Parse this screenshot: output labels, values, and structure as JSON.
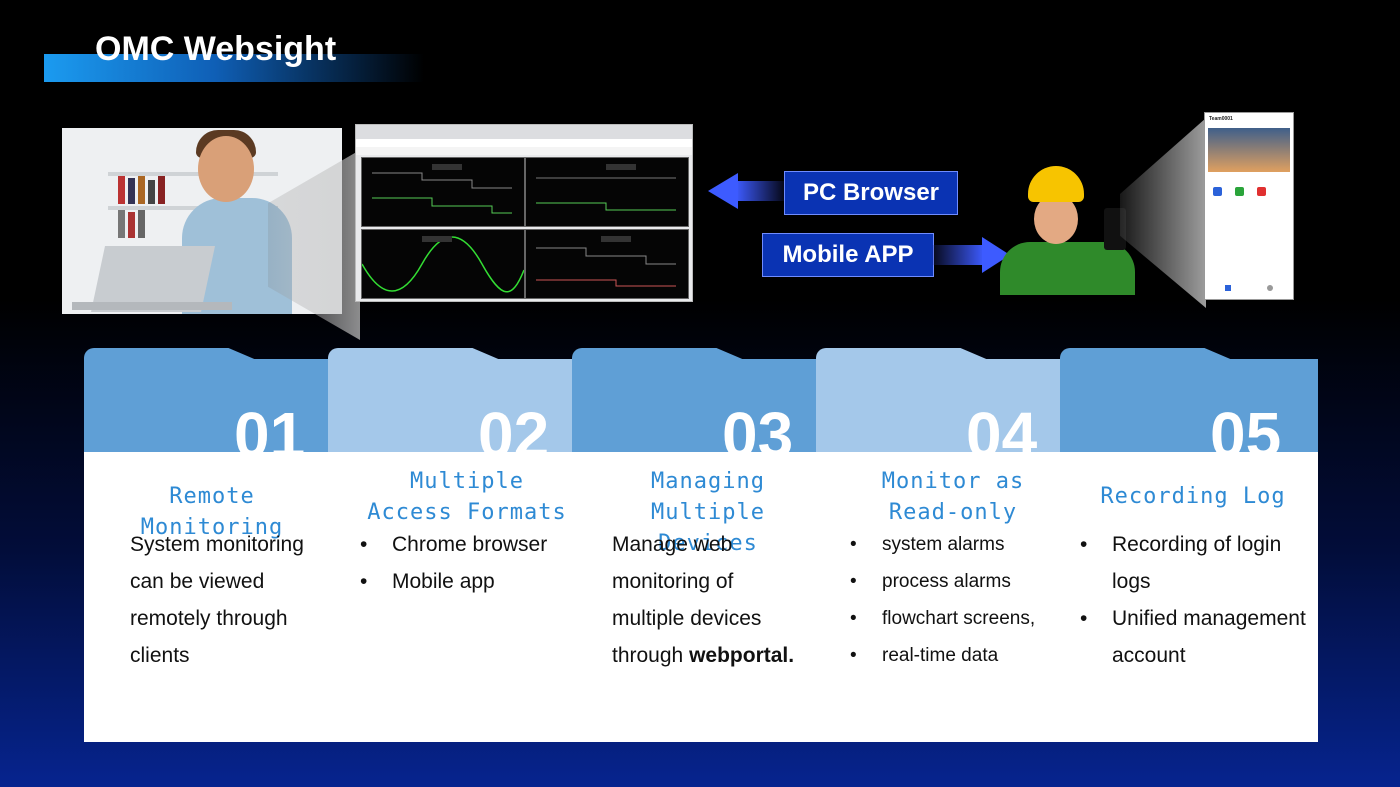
{
  "header": {
    "title": "OMC Websight"
  },
  "center_labels": {
    "pc_browser": "PC Browser",
    "mobile_app": "Mobile APP"
  },
  "mobile_screen": {
    "title": "Team0001"
  },
  "cards": [
    {
      "number": "01",
      "title": "Remote Monitoring",
      "text": "System monitoring can be viewed remotely through clients"
    },
    {
      "number": "02",
      "title_lines": [
        "Multiple",
        "Access Formats"
      ],
      "bullets": [
        "Chrome browser",
        "Mobile app"
      ]
    },
    {
      "number": "03",
      "title_lines": [
        "Managing Multiple",
        "Devices"
      ],
      "text_lines": [
        "Manage web",
        "monitoring of",
        "multiple devices",
        "through"
      ],
      "text_bold": "webportal."
    },
    {
      "number": "04",
      "title_lines": [
        "Monitor as",
        "Read-only"
      ],
      "bullets": [
        "system alarms",
        "process alarms",
        "flowchart screens,",
        "real-time data"
      ]
    },
    {
      "number": "05",
      "title": "Recording Log",
      "bullets_lines": [
        [
          "Recording of login",
          "logs"
        ],
        [
          "Unified management",
          "account"
        ]
      ]
    }
  ],
  "colors": {
    "accent_blue": "#2e8ad4",
    "tab_dark": "#5f9fd6",
    "tab_light": "#a4c8ea",
    "label_bg": "#0a33b3"
  }
}
